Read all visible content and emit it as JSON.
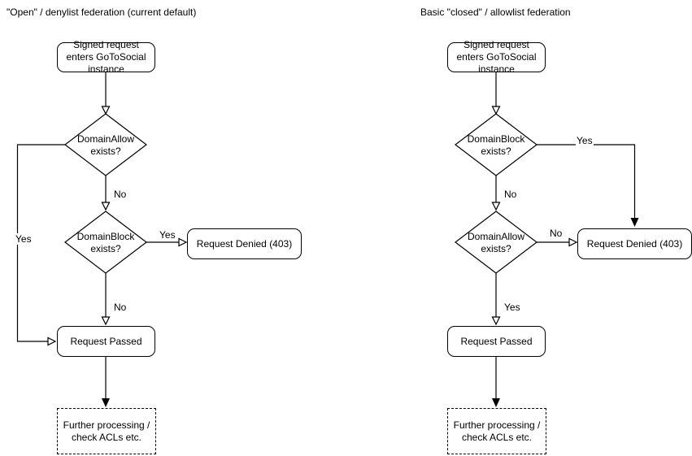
{
  "colors": {
    "stroke": "#000000",
    "background": "#ffffff",
    "node_fill": "#ffffff",
    "text": "#000000"
  },
  "diagrams": [
    {
      "id": "open-denylist",
      "title": "\"Open\" / denylist federation (current default)",
      "nodes": {
        "start": "Signed request enters GoToSocial instance",
        "decision1": "DomainAllow exists?",
        "decision2": "DomainBlock exists?",
        "denied": "Request Denied (403)",
        "passed": "Request Passed",
        "further": "Further processing / check ACLs etc."
      },
      "edge_labels": {
        "decision1_yes": "Yes",
        "decision1_no": "No",
        "decision2_yes": "Yes",
        "decision2_no": "No"
      }
    },
    {
      "id": "closed-allowlist",
      "title": "Basic \"closed\" / allowlist federation",
      "nodes": {
        "start": "Signed request enters GoToSocial instance",
        "decision1": "DomainBlock exists?",
        "decision2": "DomainAllow exists?",
        "denied": "Request Denied (403)",
        "passed": "Request Passed",
        "further": "Further processing / check ACLs etc."
      },
      "edge_labels": {
        "decision1_yes": "Yes",
        "decision1_no": "No",
        "decision2_no": "No",
        "decision2_yes": "Yes"
      }
    }
  ]
}
